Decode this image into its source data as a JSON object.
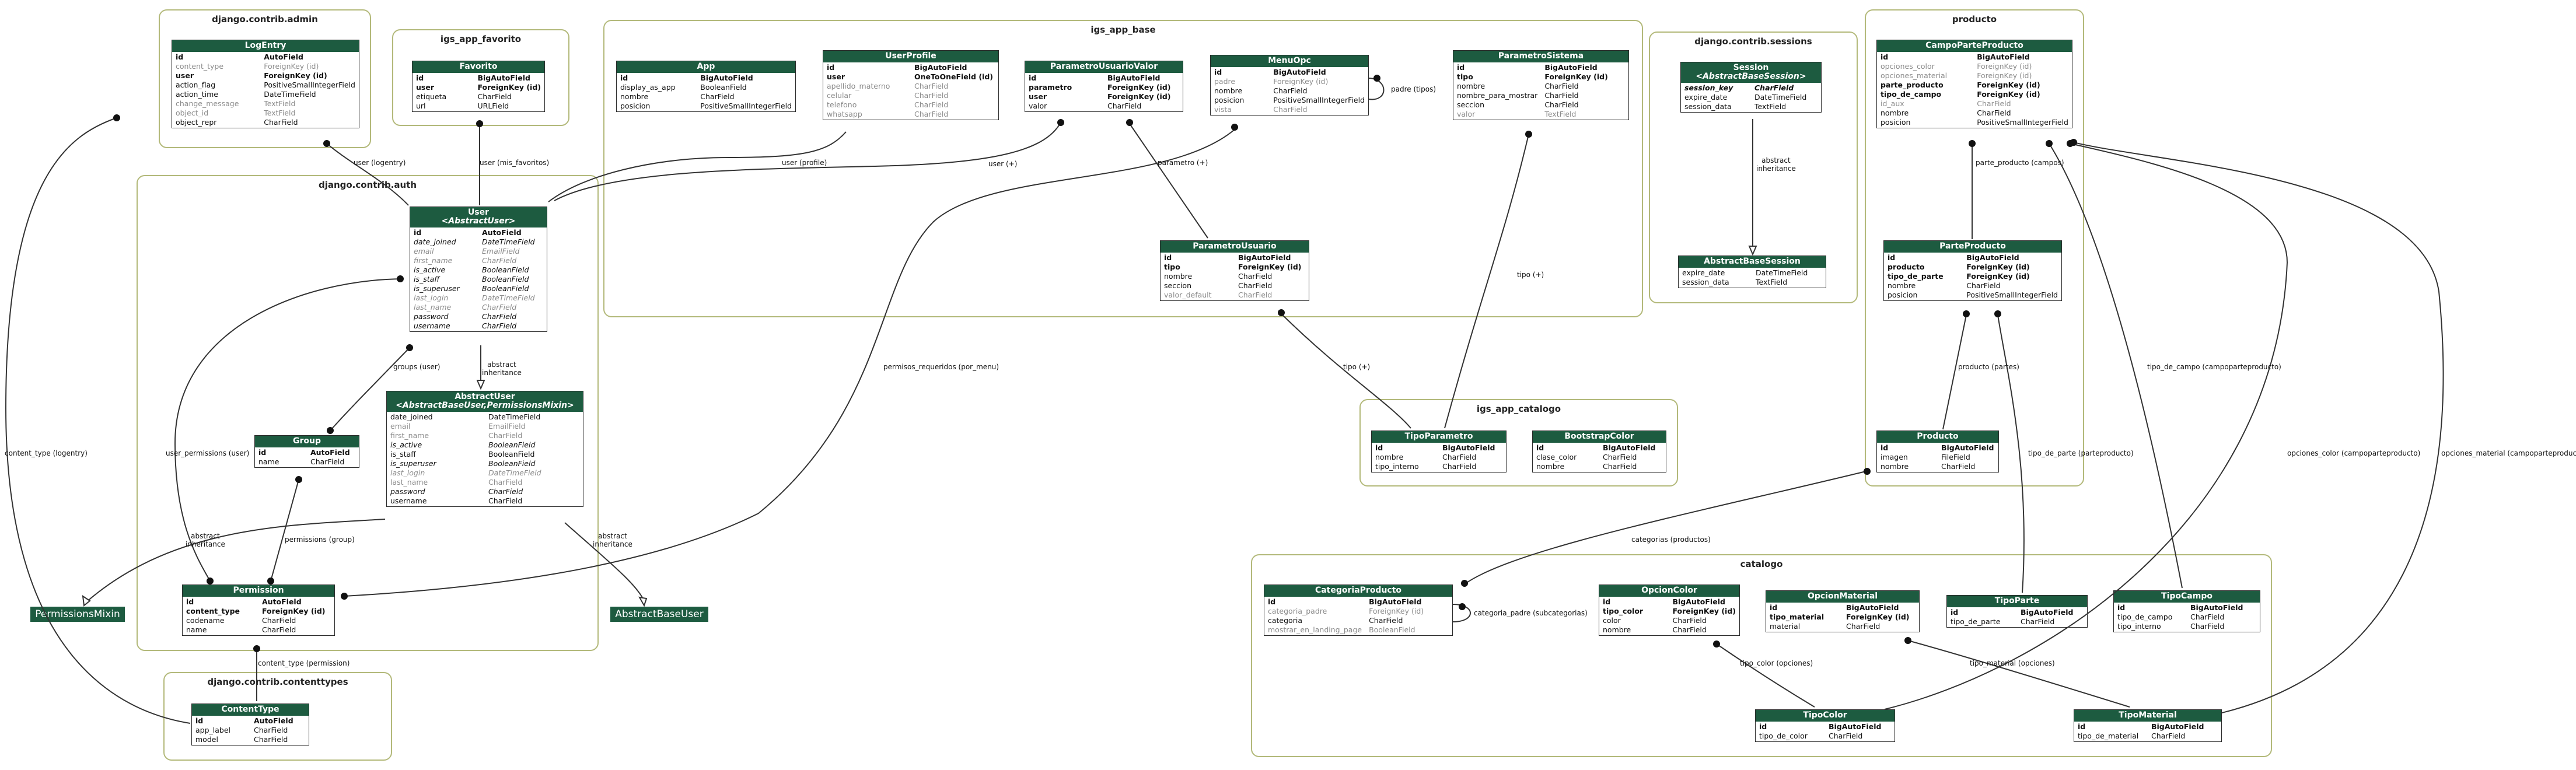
{
  "clusters": {
    "admin": "django.contrib.admin",
    "favorito": "igs_app_favorito",
    "base": "igs_app_base",
    "sessions": "django.contrib.sessions",
    "producto": "producto",
    "auth": "django.contrib.auth",
    "catalogo_app": "igs_app_catalogo",
    "catalogo": "catalogo",
    "contenttypes": "django.contrib.contenttypes"
  },
  "entities": {
    "logentry": {
      "title": "LogEntry",
      "fields": [
        [
          "id",
          "AutoField",
          "pk"
        ],
        [
          "content_type",
          "ForeignKey (id)",
          "fkm"
        ],
        [
          "user",
          "ForeignKey (id)",
          "fk"
        ],
        [
          "action_flag",
          "PositiveSmallIntegerField",
          ""
        ],
        [
          "action_time",
          "DateTimeField",
          ""
        ],
        [
          "change_message",
          "TextField",
          "muted"
        ],
        [
          "object_id",
          "TextField",
          "muted"
        ],
        [
          "object_repr",
          "CharField",
          ""
        ]
      ]
    },
    "favorito": {
      "title": "Favorito",
      "fields": [
        [
          "id",
          "BigAutoField",
          "pk"
        ],
        [
          "user",
          "ForeignKey (id)",
          "fk"
        ],
        [
          "etiqueta",
          "CharField",
          ""
        ],
        [
          "url",
          "URLField",
          ""
        ]
      ]
    },
    "app": {
      "title": "App",
      "fields": [
        [
          "id",
          "BigAutoField",
          "pk"
        ],
        [
          "display_as_app",
          "BooleanField",
          ""
        ],
        [
          "nombre",
          "CharField",
          ""
        ],
        [
          "posicion",
          "PositiveSmallIntegerField",
          ""
        ]
      ]
    },
    "userprofile": {
      "title": "UserProfile",
      "fields": [
        [
          "id",
          "BigAutoField",
          "pk"
        ],
        [
          "user",
          "OneToOneField (id)",
          "fk"
        ],
        [
          "apellido_materno",
          "CharField",
          "muted"
        ],
        [
          "celular",
          "CharField",
          "muted"
        ],
        [
          "telefono",
          "CharField",
          "muted"
        ],
        [
          "whatsapp",
          "CharField",
          "muted"
        ]
      ]
    },
    "paramuserval": {
      "title": "ParametroUsuarioValor",
      "fields": [
        [
          "id",
          "BigAutoField",
          "pk"
        ],
        [
          "parametro",
          "ForeignKey (id)",
          "fk"
        ],
        [
          "user",
          "ForeignKey (id)",
          "fk"
        ],
        [
          "valor",
          "CharField",
          ""
        ]
      ]
    },
    "menuopc": {
      "title": "MenuOpc",
      "fields": [
        [
          "id",
          "BigAutoField",
          "pk"
        ],
        [
          "padre",
          "ForeignKey (id)",
          "fkm"
        ],
        [
          "nombre",
          "CharField",
          ""
        ],
        [
          "posicion",
          "PositiveSmallIntegerField",
          ""
        ],
        [
          "vista",
          "CharField",
          "muted"
        ]
      ]
    },
    "paramsistema": {
      "title": "ParametroSistema",
      "fields": [
        [
          "id",
          "BigAutoField",
          "pk"
        ],
        [
          "tipo",
          "ForeignKey (id)",
          "fk"
        ],
        [
          "nombre",
          "CharField",
          ""
        ],
        [
          "nombre_para_mostrar",
          "CharField",
          ""
        ],
        [
          "seccion",
          "CharField",
          ""
        ],
        [
          "valor",
          "TextField",
          "muted"
        ]
      ]
    },
    "paramusuario": {
      "title": "ParametroUsuario",
      "fields": [
        [
          "id",
          "BigAutoField",
          "pk"
        ],
        [
          "tipo",
          "ForeignKey (id)",
          "fk"
        ],
        [
          "nombre",
          "CharField",
          ""
        ],
        [
          "seccion",
          "CharField",
          ""
        ],
        [
          "valor_default",
          "CharField",
          "muted"
        ]
      ]
    },
    "session": {
      "title": "Session",
      "sub": "<AbstractBaseSession>",
      "fields": [
        [
          "session_key",
          "CharField",
          "pkital"
        ],
        [
          "expire_date",
          "DateTimeField",
          ""
        ],
        [
          "session_data",
          "TextField",
          ""
        ]
      ]
    },
    "abstractbasesession": {
      "title": "AbstractBaseSession",
      "fields": [
        [
          "expire_date",
          "DateTimeField",
          ""
        ],
        [
          "session_data",
          "TextField",
          ""
        ]
      ]
    },
    "campoparteproducto": {
      "title": "CampoParteProducto",
      "fields": [
        [
          "id",
          "BigAutoField",
          "pk"
        ],
        [
          "opciones_color",
          "ForeignKey (id)",
          "fkm"
        ],
        [
          "opciones_material",
          "ForeignKey (id)",
          "fkm"
        ],
        [
          "parte_producto",
          "ForeignKey (id)",
          "fk"
        ],
        [
          "tipo_de_campo",
          "ForeignKey (id)",
          "fk"
        ],
        [
          "id_aux",
          "CharField",
          "muted"
        ],
        [
          "nombre",
          "CharField",
          ""
        ],
        [
          "posicion",
          "PositiveSmallIntegerField",
          ""
        ]
      ]
    },
    "parteproducto": {
      "title": "ParteProducto",
      "fields": [
        [
          "id",
          "BigAutoField",
          "pk"
        ],
        [
          "producto",
          "ForeignKey (id)",
          "fk"
        ],
        [
          "tipo_de_parte",
          "ForeignKey (id)",
          "fk"
        ],
        [
          "nombre",
          "CharField",
          ""
        ],
        [
          "posicion",
          "PositiveSmallIntegerField",
          ""
        ]
      ]
    },
    "producto": {
      "title": "Producto",
      "fields": [
        [
          "id",
          "BigAutoField",
          "pk"
        ],
        [
          "imagen",
          "FileField",
          ""
        ],
        [
          "nombre",
          "CharField",
          ""
        ]
      ]
    },
    "user": {
      "title": "User",
      "sub": "<AbstractUser>",
      "fields": [
        [
          "id",
          "AutoField",
          "pk"
        ],
        [
          "date_joined",
          "DateTimeField",
          "ital"
        ],
        [
          "email",
          "EmailField",
          "mutedital"
        ],
        [
          "first_name",
          "CharField",
          "mutedital"
        ],
        [
          "is_active",
          "BooleanField",
          "ital"
        ],
        [
          "is_staff",
          "BooleanField",
          "ital"
        ],
        [
          "is_superuser",
          "BooleanField",
          "ital"
        ],
        [
          "last_login",
          "DateTimeField",
          "mutedital"
        ],
        [
          "last_name",
          "CharField",
          "mutedital"
        ],
        [
          "password",
          "CharField",
          "ital"
        ],
        [
          "username",
          "CharField",
          "ital"
        ]
      ]
    },
    "abstractuser": {
      "title": "AbstractUser",
      "sub": "<AbstractBaseUser,PermissionsMixin>",
      "fields": [
        [
          "date_joined",
          "DateTimeField",
          ""
        ],
        [
          "email",
          "EmailField",
          "muted"
        ],
        [
          "first_name",
          "CharField",
          "muted"
        ],
        [
          "is_active",
          "BooleanField",
          "ital"
        ],
        [
          "is_staff",
          "BooleanField",
          ""
        ],
        [
          "is_superuser",
          "BooleanField",
          "ital"
        ],
        [
          "last_login",
          "DateTimeField",
          "mutedital"
        ],
        [
          "last_name",
          "CharField",
          "muted"
        ],
        [
          "password",
          "CharField",
          "ital"
        ],
        [
          "username",
          "CharField",
          ""
        ]
      ]
    },
    "group": {
      "title": "Group",
      "fields": [
        [
          "id",
          "AutoField",
          "pk"
        ],
        [
          "name",
          "CharField",
          ""
        ]
      ]
    },
    "permission": {
      "title": "Permission",
      "fields": [
        [
          "id",
          "AutoField",
          "pk"
        ],
        [
          "content_type",
          "ForeignKey (id)",
          "fk"
        ],
        [
          "codename",
          "CharField",
          ""
        ],
        [
          "name",
          "CharField",
          ""
        ]
      ]
    },
    "tipoparametro": {
      "title": "TipoParametro",
      "fields": [
        [
          "id",
          "BigAutoField",
          "pk"
        ],
        [
          "nombre",
          "CharField",
          ""
        ],
        [
          "tipo_interno",
          "CharField",
          ""
        ]
      ]
    },
    "bootstrapcolor": {
      "title": "BootstrapColor",
      "fields": [
        [
          "id",
          "BigAutoField",
          "pk"
        ],
        [
          "clase_color",
          "CharField",
          ""
        ],
        [
          "nombre",
          "CharField",
          ""
        ]
      ]
    },
    "categoriaproducto": {
      "title": "CategoriaProducto",
      "fields": [
        [
          "id",
          "BigAutoField",
          "pk"
        ],
        [
          "categoria_padre",
          "ForeignKey (id)",
          "fkm"
        ],
        [
          "categoria",
          "CharField",
          ""
        ],
        [
          "mostrar_en_landing_page",
          "BooleanField",
          "muted"
        ]
      ]
    },
    "opcioncolor": {
      "title": "OpcionColor",
      "fields": [
        [
          "id",
          "BigAutoField",
          "pk"
        ],
        [
          "tipo_color",
          "ForeignKey (id)",
          "fk"
        ],
        [
          "color",
          "CharField",
          ""
        ],
        [
          "nombre",
          "CharField",
          ""
        ]
      ]
    },
    "opcionmaterial": {
      "title": "OpcionMaterial",
      "fields": [
        [
          "id",
          "BigAutoField",
          "pk"
        ],
        [
          "tipo_material",
          "ForeignKey (id)",
          "fk"
        ],
        [
          "material",
          "CharField",
          ""
        ]
      ]
    },
    "tipoparte": {
      "title": "TipoParte",
      "fields": [
        [
          "id",
          "BigAutoField",
          "pk"
        ],
        [
          "tipo_de_parte",
          "CharField",
          ""
        ]
      ]
    },
    "tipocampo": {
      "title": "TipoCampo",
      "fields": [
        [
          "id",
          "BigAutoField",
          "pk"
        ],
        [
          "tipo_de_campo",
          "CharField",
          ""
        ],
        [
          "tipo_interno",
          "CharField",
          ""
        ]
      ]
    },
    "tipocolor": {
      "title": "TipoColor",
      "fields": [
        [
          "id",
          "BigAutoField",
          "pk"
        ],
        [
          "tipo_de_color",
          "CharField",
          ""
        ]
      ]
    },
    "tipomaterial": {
      "title": "TipoMaterial",
      "fields": [
        [
          "id",
          "BigAutoField",
          "pk"
        ],
        [
          "tipo_de_material",
          "CharField",
          ""
        ]
      ]
    },
    "contenttype": {
      "title": "ContentType",
      "fields": [
        [
          "id",
          "AutoField",
          "pk"
        ],
        [
          "app_label",
          "CharField",
          ""
        ],
        [
          "model",
          "CharField",
          ""
        ]
      ]
    }
  },
  "mixins": {
    "permissionsmixin": "PermissionsMixin",
    "abstractbaseuser": "AbstractBaseUser"
  },
  "edge_labels": {
    "user_logentry": "user (logentry)",
    "user_favorito": "user (mis_favoritos)",
    "user_profile": "user (profile)",
    "user_plus": "user (+)",
    "padre_tipos": "padre (tipos)",
    "parametro_plus": "parametro (+)",
    "abstract_inh_session": "abstract\ninheritance",
    "parte_producto_campos": "parte_producto (campos)",
    "tipo_plus_sistema": "tipo (+)",
    "permisos_requeridos": "permisos_requeridos (por_menu)",
    "groups_user": "groups (user)",
    "abstract_inh_user": "abstract\ninheritance",
    "tipo_plus_usuario": "tipo (+)",
    "producto_partes": "producto (partes)",
    "tipo_de_campo": "tipo_de_campo (campoparteproducto)",
    "opciones_color": "opciones_color (campoparteproducto)",
    "opciones_material": "opciones_material (campoparteproducto)",
    "content_type_logentry": "content_type (logentry)",
    "user_permissions": "user_permissions (user)",
    "permissions_group": "permissions (group)",
    "abstract_inh_mixin": "abstract\ninheritance",
    "abstract_inh_base": "abstract\ninheritance",
    "tipo_de_parte": "tipo_de_parte (parteproducto)",
    "categorias_productos": "categorias (productos)",
    "categoria_padre": "categoria_padre (subcategorias)",
    "content_type_permission": "content_type (permission)",
    "tipo_color_opciones": "tipo_color (opciones)",
    "tipo_material_opciones": "tipo_material (opciones)"
  }
}
